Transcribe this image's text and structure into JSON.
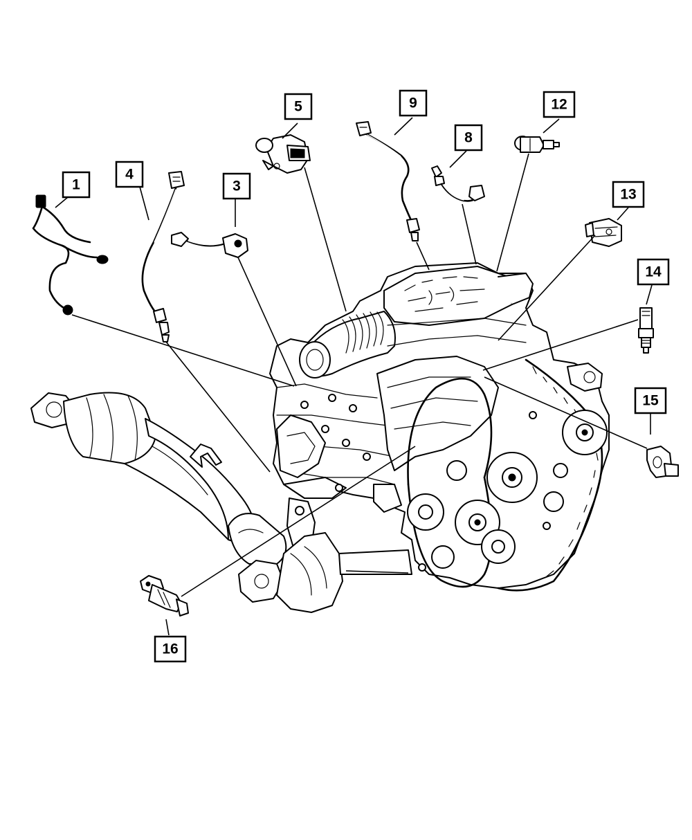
{
  "diagram": {
    "callouts": [
      {
        "id": "1",
        "label": "1"
      },
      {
        "id": "3",
        "label": "3"
      },
      {
        "id": "4",
        "label": "4"
      },
      {
        "id": "5",
        "label": "5"
      },
      {
        "id": "8",
        "label": "8"
      },
      {
        "id": "9",
        "label": "9"
      },
      {
        "id": "12",
        "label": "12"
      },
      {
        "id": "13",
        "label": "13"
      },
      {
        "id": "14",
        "label": "14"
      },
      {
        "id": "15",
        "label": "15"
      },
      {
        "id": "16",
        "label": "16"
      }
    ]
  }
}
